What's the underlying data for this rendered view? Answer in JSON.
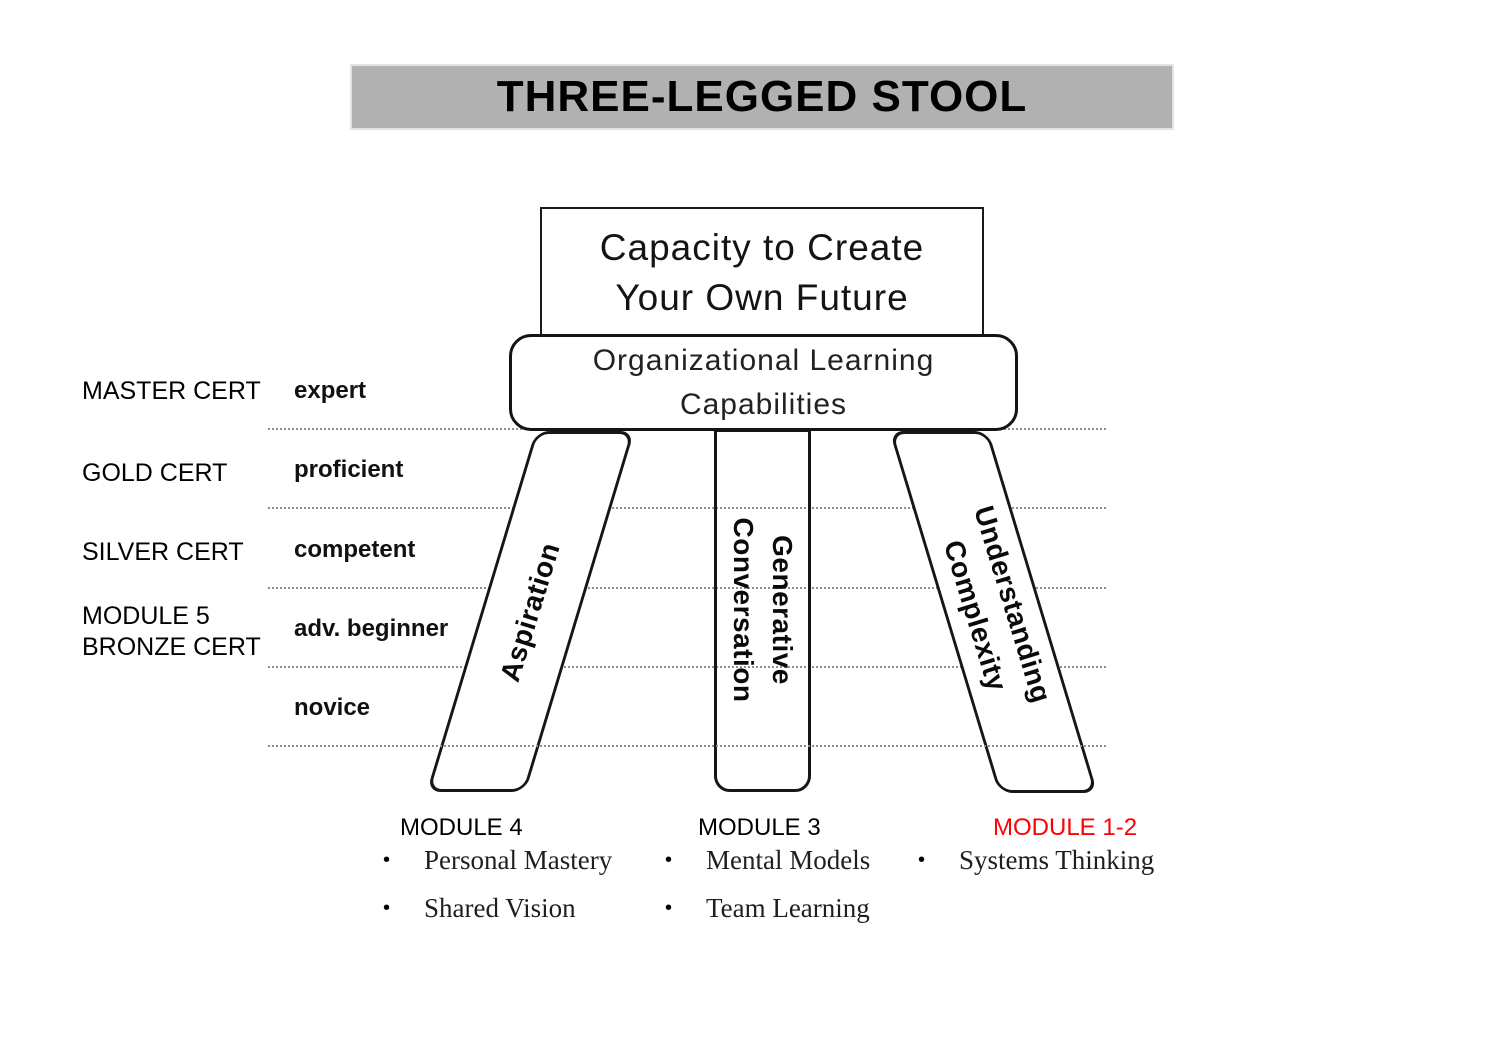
{
  "title": "THREE-LEGGED STOOL",
  "seat": {
    "line1": "Capacity to Create",
    "line2": "Your Own Future"
  },
  "capabilities": {
    "line1": "Organizational Learning",
    "line2": "Capabilities"
  },
  "legs": {
    "left": {
      "label": "Aspiration"
    },
    "middle": {
      "line1": "Generative",
      "line2": "Conversation"
    },
    "right": {
      "line1": "Understanding",
      "line2": "Complexity"
    }
  },
  "levels": {
    "rows": [
      {
        "cert": "MASTER CERT",
        "skill": "expert"
      },
      {
        "cert": "GOLD CERT",
        "skill": "proficient"
      },
      {
        "cert": "SILVER CERT",
        "skill": "competent"
      },
      {
        "cert": "MODULE 5",
        "cert2": "BRONZE CERT",
        "skill": "adv. beginner"
      },
      {
        "cert": "",
        "skill": "novice"
      }
    ]
  },
  "modules": [
    {
      "label": "MODULE 4",
      "items": [
        "Personal Mastery",
        "Shared Vision"
      ]
    },
    {
      "label": "MODULE 3",
      "items": [
        "Mental Models",
        "Team Learning"
      ]
    },
    {
      "label": "MODULE 1-2",
      "items": [
        "Systems Thinking"
      ]
    }
  ],
  "icons": {
    "bullet": "•"
  },
  "colors": {
    "title_bar_bg": "#b1b1b1",
    "module_1_2_label": "#ff0000",
    "dashed_line": "#8f8f8f",
    "stroke": "#161616"
  }
}
